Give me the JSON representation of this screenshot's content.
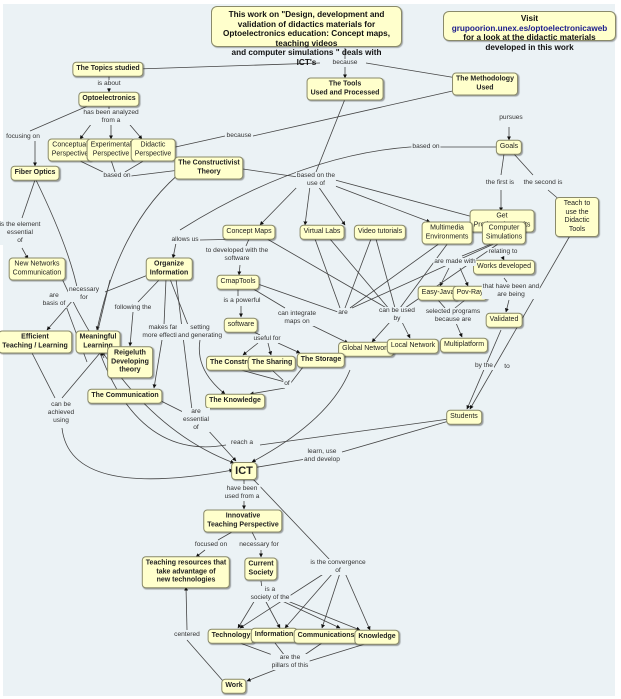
{
  "header": {
    "title_lines": [
      "This work on \"Design, development and validation of didactics materials for",
      "Optoelectronics education: Concept maps, teaching videos",
      "and computer simulations \" deals with",
      "ICT's"
    ],
    "visit_label": "Visit",
    "visit_url_text": "grupoorion.unex.es/optoelectronicaweb",
    "visit_tail": "for a look at the didactic materials developed in this work"
  },
  "nodes": {
    "topics": "The Topics studied",
    "tools": "The Tools\nUsed and Processed",
    "methodology": "The Methodology\nUsed",
    "optoelectronics": "Optoelectronics",
    "conceptual": "Conceptual\nPerspective",
    "experimental": "Experimental\nPerspective",
    "didactic": "Didactic\nPerspective",
    "fiber": "Fiber Optics",
    "constructivist": "The Constructivist\nTheory",
    "goals": "Goals",
    "products": "Get\nProducts / Results",
    "teach": "Teach to use the\nDidactic Tools",
    "concept_maps": "Concept Maps",
    "virtual_labs": "Virtual Labs",
    "video_tutorials": "Video tutorials",
    "multimedia": "Multimedia\nEnvironments",
    "simulations": "Computer\nSimulations",
    "works_developed": "Works developed",
    "new_networks": "New Networks\nCommunication",
    "organize": "Organize\nInformation",
    "cmaptools": "CmapTools",
    "easy_java": "Easy-Java",
    "pov_ray": "Pov-Ray",
    "validated": "Validated",
    "efficient": "Efficient\nTeaching / Learning",
    "meaningful": "Meaningful\nLearning",
    "reigeluth": "Reigeluth\nDeveloping\ntheory",
    "software": "software",
    "global_network": "Global Network",
    "local_network": "Local Network",
    "multiplatform": "Multiplatform",
    "construction": "The Construction",
    "sharing": "The Sharing",
    "storage": "The Storage",
    "communication": "The Communication",
    "knowledge_node": "The Knowledge",
    "students": "Students",
    "ict": "ICT",
    "innovative": "Innovative\nTeaching Perspective",
    "teaching_resources": "Teaching resources that\ntake advantage of\nnew technologies",
    "current_society": "Current\nSociety",
    "technology": "Technology",
    "information": "Information",
    "communications": "Communications",
    "knowledge": "Knowledge",
    "work": "Work"
  },
  "labels": {
    "because_top": "because",
    "is_about": "is about",
    "pursues": "pursues",
    "has_been_analyzed": "has been analyzed\nfrom a",
    "because_mid": "because",
    "focusing_on": "focusing on",
    "based_on_persp": "based on",
    "based_on_goals": "based on",
    "based_on_use": "based on the\nuse of",
    "first_is": "the first is",
    "second_is": "the second is",
    "essential_of": "is the element\nessential\nof",
    "allows_us": "allows us",
    "developed_with": "to developed with the\nsoftware",
    "relating_to": "relating to",
    "are_made_with": "are made with",
    "necessary_for": "necessary\nfor",
    "are_basis_of": "are\nbasis of",
    "following_the": "following the",
    "is_a_powerful": "is a powerful",
    "can_integrate": "can integrate\nmaps on",
    "are": "are",
    "can_be_used_by": "can be used\nby",
    "have_been_and_are_being": "that have been and\nare being",
    "selected_programs": "selected programs\nbecause are",
    "makes_far": "makes far\nmore effective",
    "setting_generating": "setting\nand generating",
    "useful_for": "useful for",
    "of": "of",
    "by_the": "by the",
    "to": "to",
    "can_be_achieved": "can be\nachieved\nusing",
    "are_essential_of": "are\nessential\nof",
    "reach_a": "reach a",
    "learn_use_develop": "learn, use\nand develop",
    "have_been_used": "have been\nused from a",
    "focused_on": "focused on",
    "necessary_for2": "necessary for",
    "is_convergence": "is  the convergence\nof",
    "is_a_society": "is a\nsociety of the",
    "centered": "centered",
    "pillars": "are the\npillars of this"
  }
}
